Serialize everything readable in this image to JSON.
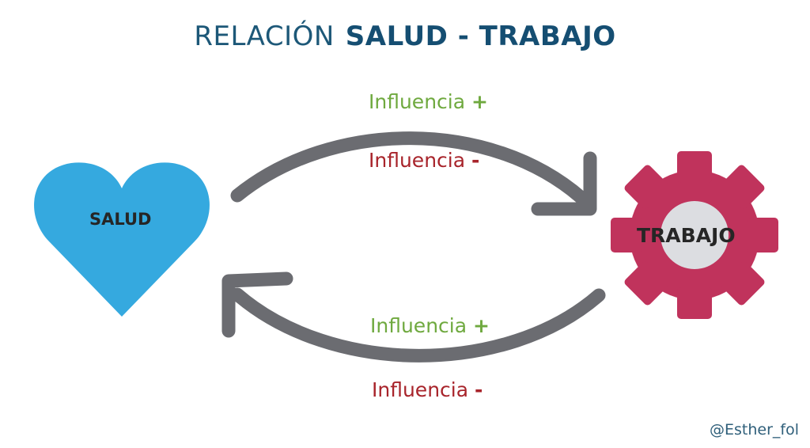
{
  "title": {
    "light": "RELACIÓN",
    "bold": "SALUD - TRABAJO"
  },
  "nodes": {
    "salud": {
      "label": "SALUD",
      "color": "#35a9df",
      "shape": "heart"
    },
    "trabajo": {
      "label": "TRABAJO",
      "color": "#c0335c",
      "shape": "gear"
    }
  },
  "arrows": {
    "top": {
      "from": "SALUD",
      "to": "TRABAJO",
      "positive_label": "Influencia",
      "positive_sign": "+",
      "negative_label": "Influencia",
      "negative_sign": "-"
    },
    "bottom": {
      "from": "TRABAJO",
      "to": "SALUD",
      "positive_label": "Influencia",
      "positive_sign": "+",
      "negative_label": "Influencia",
      "negative_sign": "-"
    }
  },
  "colors": {
    "arrow": "#6b6c71",
    "positive": "#6fa93f",
    "negative": "#a8242b",
    "title": "#1d5878"
  },
  "credit": "@Esther_fol"
}
